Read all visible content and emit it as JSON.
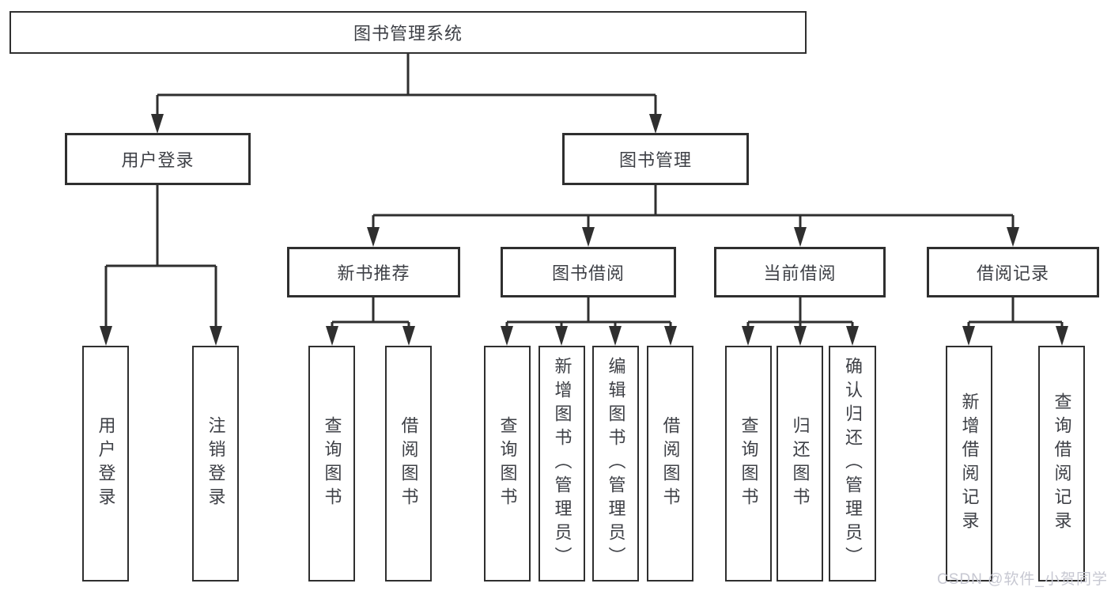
{
  "tree": {
    "root": "图书管理系统",
    "branches": [
      {
        "label": "用户登录",
        "children": [
          "用户登录",
          "注销登录"
        ]
      },
      {
        "label": "图书管理",
        "groups": [
          {
            "label": "新书推荐",
            "children": [
              "查询图书",
              "借阅图书"
            ]
          },
          {
            "label": "图书借阅",
            "children": [
              "查询图书",
              "新增图书（管理员）",
              "编辑图书（管理员）",
              "借阅图书"
            ]
          },
          {
            "label": "当前借阅",
            "children": [
              "查询图书",
              "归还图书",
              "确认归还（管理员）"
            ]
          },
          {
            "label": "借阅记录",
            "children": [
              "新增借阅记录",
              "查询借阅记录"
            ]
          }
        ]
      }
    ]
  },
  "watermark": {
    "text": "CSDN @软件_小贺同学",
    "color": "#c7c8d2"
  },
  "colors": {
    "line": "#2f2f2f",
    "text": "#3e4046",
    "background": "#ffffff"
  }
}
